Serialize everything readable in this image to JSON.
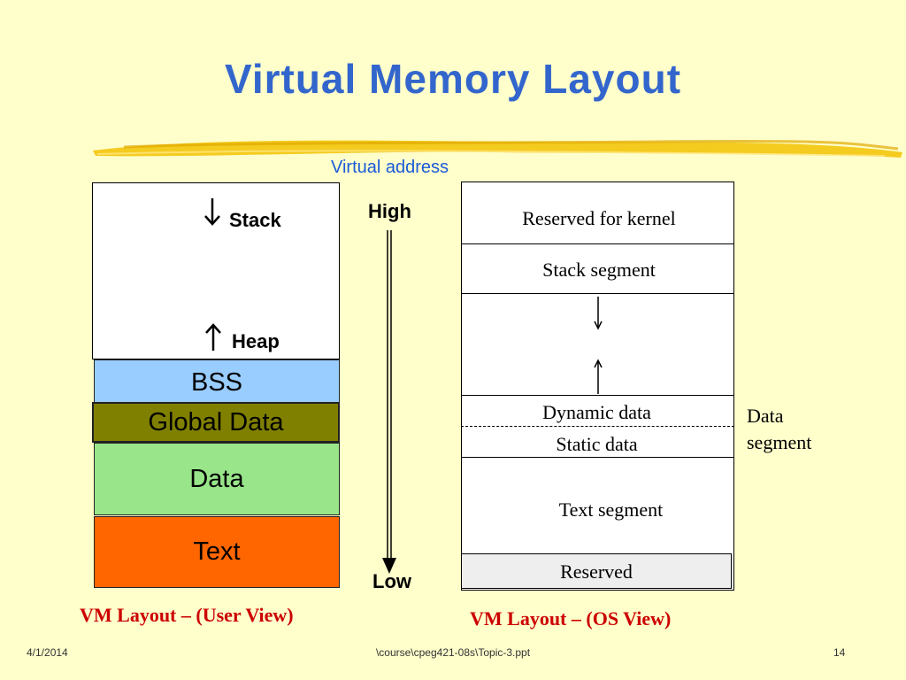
{
  "title": "Virtual Memory Layout",
  "virtual_address_label": "Virtual address",
  "user_view": {
    "stack_label": "Stack",
    "heap_label": "Heap",
    "segments": [
      {
        "label": "BSS",
        "color": "#99ccff"
      },
      {
        "label": "Global Data",
        "color": "#808000"
      },
      {
        "label": "Data",
        "color": "#99e68a"
      },
      {
        "label": "Text",
        "color": "#ff6600"
      }
    ],
    "caption": "VM Layout – (User View)"
  },
  "address_axis": {
    "high_label": "High",
    "low_label": "Low"
  },
  "os_view": {
    "reserved_kernel": "Reserved for kernel",
    "stack_segment": "Stack segment",
    "dynamic_data": "Dynamic data",
    "static_data": "Static data",
    "text_segment": "Text segment",
    "reserved": "Reserved",
    "data_segment_label_line1": "Data",
    "data_segment_label_line2": "segment",
    "caption": "VM Layout – (OS View)"
  },
  "footer": {
    "date": "4/1/2014",
    "path": "\\course\\cpeg421-08s\\Topic-3.ppt",
    "page": "14"
  },
  "colors": {
    "background": "#ffffcc",
    "title": "#3366cc",
    "caption": "#cc0000",
    "brush": "#f2c200"
  }
}
